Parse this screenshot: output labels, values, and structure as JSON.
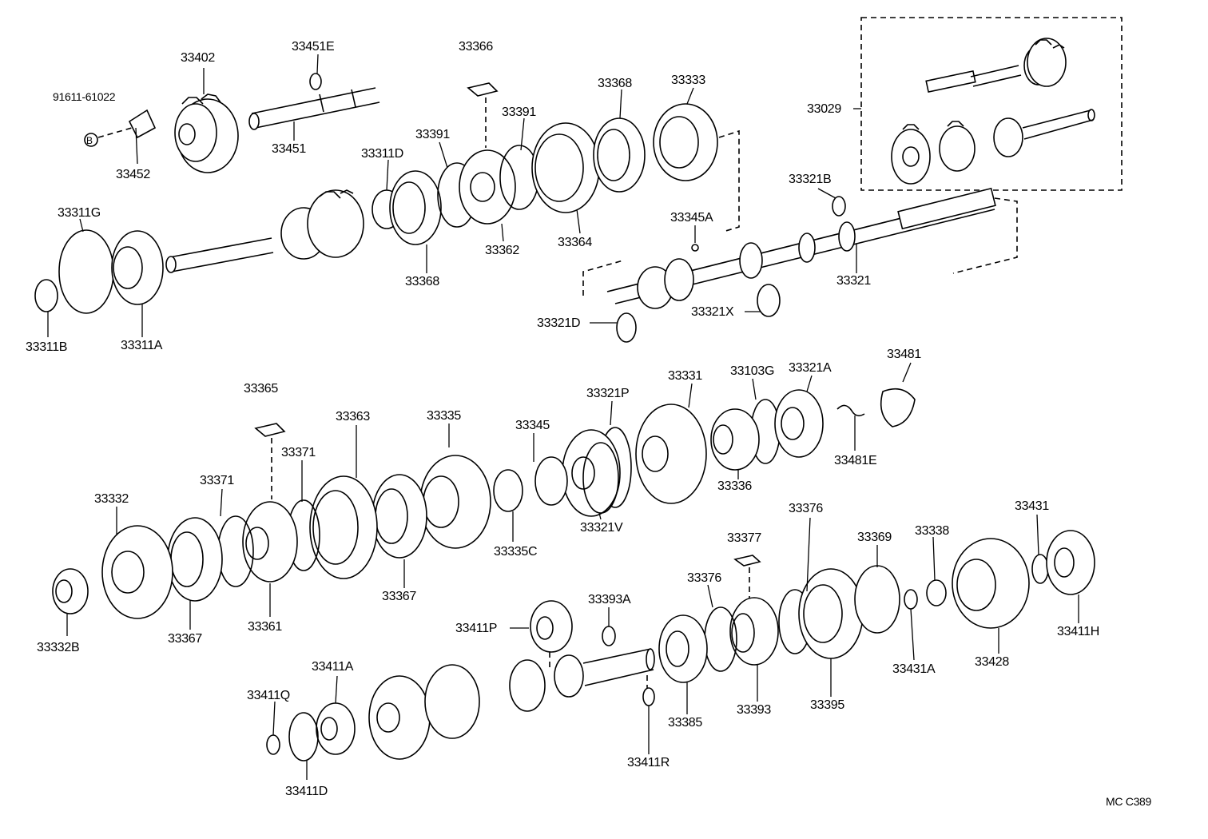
{
  "drawing_code": "MC C389",
  "parts": [
    "91611-61022",
    "33452",
    "33402",
    "33451E",
    "33451",
    "33366",
    "33391",
    "33391",
    "33311D",
    "33368",
    "33333",
    "33029",
    "33321B",
    "33345A",
    "33311G",
    "33311B",
    "33311A",
    "33368",
    "33362",
    "33364",
    "33321",
    "33321X",
    "33321D",
    "33365",
    "33481",
    "33103G",
    "33321A",
    "33331",
    "33321P",
    "33363",
    "33335",
    "33345",
    "33371",
    "33371",
    "33332",
    "33481E",
    "33336",
    "33376",
    "33431",
    "33377",
    "33369",
    "33338",
    "33321V",
    "33335C",
    "33367",
    "33361",
    "33367",
    "33332B",
    "33393A",
    "33411P",
    "33376",
    "33411H",
    "33411A",
    "33431A",
    "33428",
    "33395",
    "33393",
    "33385",
    "33411Q",
    "33411D",
    "33411R"
  ],
  "bubble_letter": "B"
}
